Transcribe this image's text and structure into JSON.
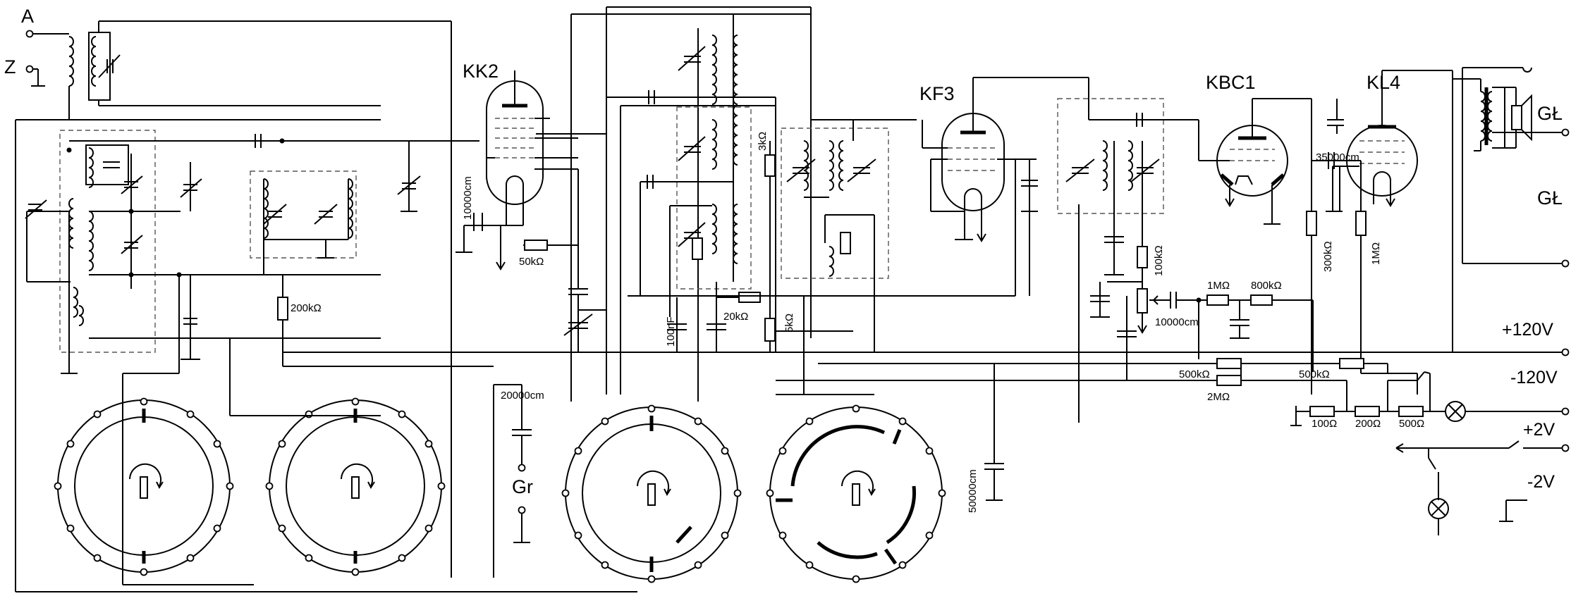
{
  "labels": {
    "antenna": "A",
    "ground": "Z",
    "tube1": "KK2",
    "tube2": "KF3",
    "tube3": "KBC1",
    "tube4": "KL4",
    "speaker1": "GŁ",
    "speaker2": "GŁ",
    "plus120": "+120V",
    "minus120": "-120V",
    "plus2": "+2V",
    "minus2": "-2V",
    "gr": "Gr"
  },
  "components": {
    "r200k": "200kΩ",
    "c10000": "10000cm",
    "r50k": "50kΩ",
    "r3k": "3kΩ",
    "r20k": "20kΩ",
    "r5k": "5kΩ",
    "c100nf": "100nF",
    "r100k": "100kΩ",
    "r1m": "1MΩ",
    "r800k": "800kΩ",
    "c10000b": "10000cm",
    "c35000": "35000cm",
    "r300k": "300kΩ",
    "r1m2": "1MΩ",
    "r500k1": "500kΩ",
    "r500k2": "500kΩ",
    "r2m": "2MΩ",
    "r100": "100Ω",
    "r200": "200Ω",
    "r500": "500Ω",
    "c20000": "20000cm",
    "c50000": "50000cm"
  }
}
